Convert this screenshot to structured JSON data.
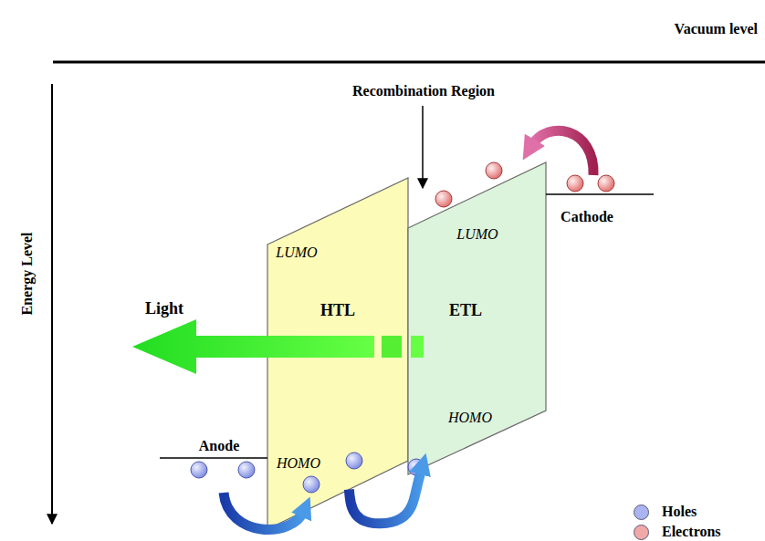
{
  "diagram": {
    "nodes": [
      {
        "text": [
          "LUMO",
          "HTL",
          "HOMO"
        ]
      },
      {
        "text": [
          "LUMO",
          "ETL",
          "HOMO"
        ]
      }
    ],
    "edges": [
      {
        "from": 0,
        "to": 1,
        "arrow": "to"
      }
    ],
    "labels": [
      "Vacuum level",
      "Recombination Region",
      "Energy Level",
      "Light",
      "Cathode",
      "Anode"
    ],
    "legend": [
      {
        "text": "Holes",
        "color": "#aab4f0"
      },
      {
        "text": "Electrons",
        "color": "#f0a8a8"
      }
    ]
  }
}
